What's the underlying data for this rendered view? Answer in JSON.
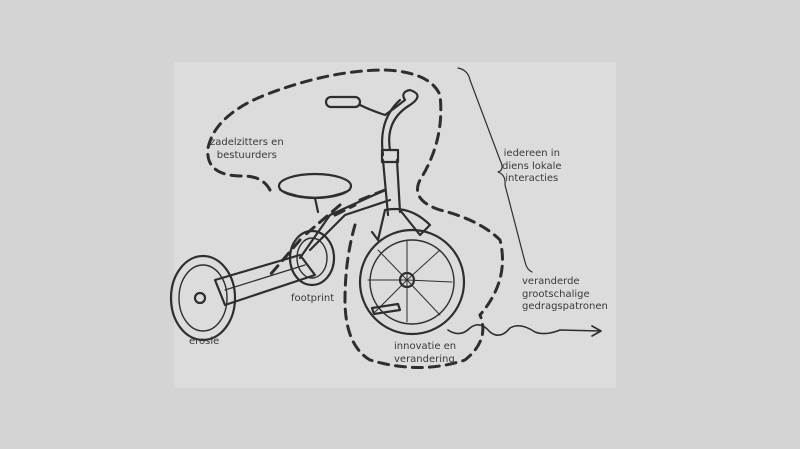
{
  "labels": {
    "riders": [
      "zadelzitters en",
      "bestuurders"
    ],
    "local": [
      "iedereen in",
      "diens lokale",
      "interacties"
    ],
    "patterns": [
      "veranderde",
      "grootschalige",
      "gedragspatronen"
    ],
    "footprint": "footprint",
    "erosion": "erosie",
    "innovation": [
      "innovatie en",
      "verandering"
    ]
  },
  "colors": {
    "background": "#d4d4d4",
    "panel": "#dcdcdc",
    "ink": "#2e2e2e"
  }
}
